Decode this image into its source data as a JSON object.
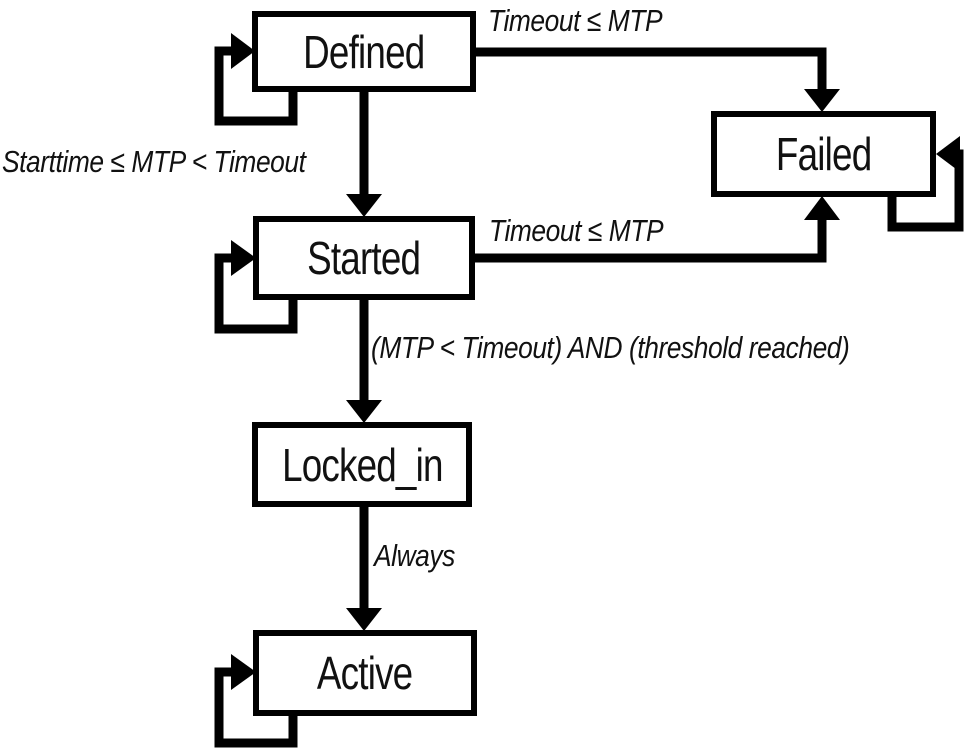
{
  "diagram": {
    "type": "state-machine",
    "colors": {
      "line": "#000000",
      "box_border": "#000000",
      "box_fill": "#ffffff",
      "background": "#ffffff",
      "text": "#111111"
    },
    "states": [
      {
        "id": "defined",
        "label": "Defined",
        "has_self_loop": true
      },
      {
        "id": "failed",
        "label": "Failed",
        "has_self_loop": true
      },
      {
        "id": "started",
        "label": "Started",
        "has_self_loop": true
      },
      {
        "id": "locked_in",
        "label": "Locked_in",
        "has_self_loop": false
      },
      {
        "id": "active",
        "label": "Active",
        "has_self_loop": true
      }
    ],
    "transitions": [
      {
        "from": "Defined",
        "to": "Failed",
        "label": "Timeout ≤ MTP"
      },
      {
        "from": "Defined",
        "to": "Started",
        "label": "Starttime ≤ MTP < Timeout"
      },
      {
        "from": "Started",
        "to": "Failed",
        "label": "Timeout ≤ MTP"
      },
      {
        "from": "Started",
        "to": "Locked_in",
        "label": "(MTP < Timeout) AND (threshold reached)"
      },
      {
        "from": "Locked_in",
        "to": "Active",
        "label": "Always"
      }
    ],
    "self_transitions": [
      "Defined",
      "Started",
      "Failed",
      "Active"
    ]
  }
}
